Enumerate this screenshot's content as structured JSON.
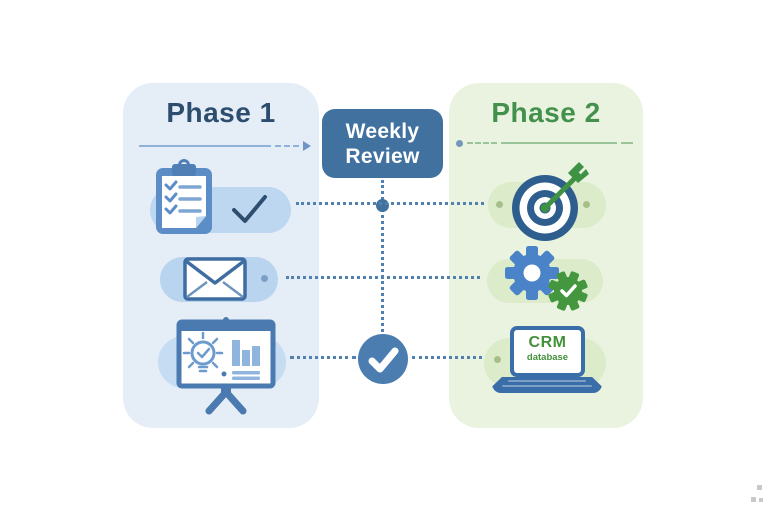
{
  "diagram_title": "Phase 1 / Weekly Review / Phase 2 process diagram",
  "phase1": {
    "title": "Phase 1",
    "items": [
      {
        "id": "checklist",
        "icon": "clipboard-checklist-icon",
        "badge_icon": "checkmark-icon"
      },
      {
        "id": "email",
        "icon": "envelope-icon"
      },
      {
        "id": "presentation",
        "icon": "presentation-chart-icon"
      }
    ]
  },
  "phase2": {
    "title": "Phase 2",
    "items": [
      {
        "id": "goal",
        "icon": "target-dart-icon"
      },
      {
        "id": "automation",
        "icon": "gears-check-icon"
      },
      {
        "id": "crm",
        "icon": "laptop-icon",
        "screen_title": "CRM",
        "screen_subtitle": "database"
      }
    ]
  },
  "center": {
    "review_line1": "Weekly",
    "review_line2": "Review",
    "check_icon": "checkmark-circle-icon"
  },
  "colors": {
    "panel_blue": "#e5edf7",
    "panel_green": "#e9f3df",
    "title_blue": "#2d4d6f",
    "title_green": "#44914e",
    "review_box_blue": "#41719f",
    "check_circle_blue": "#4b7db0",
    "pill_blue": "#bdd7f1",
    "pill_blue_light": "#c6dcf2",
    "pill_green": "#dcecca",
    "dotted_line_blue": "#5081b1",
    "clipboard_blue": "#5d8dc6",
    "envelope_outline_blue": "#3f6da1",
    "presentation_blue": "#4a7ab0",
    "target_blue": "#2d5e8e",
    "dart_green": "#3f9243",
    "gear_blue": "#4b83c8",
    "gear_green": "#44973f",
    "laptop_blue": "#3a6ea8",
    "crm_text_green": "#44913c"
  }
}
